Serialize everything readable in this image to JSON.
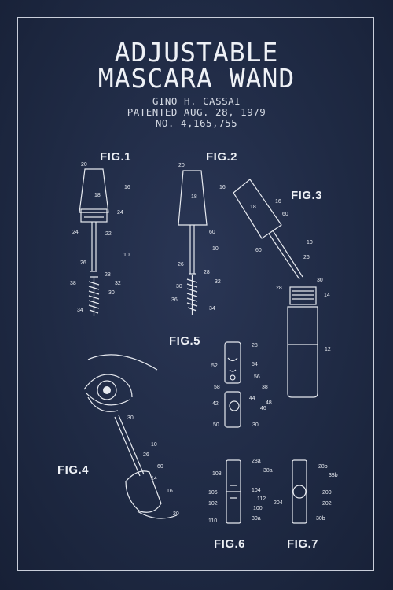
{
  "title_line1": "ADJUSTABLE",
  "title_line2": "MASCARA WAND",
  "inventor": "GINO H. CASSAI",
  "patent_date": "PATENTED AUG. 28, 1979",
  "patent_number": "NO. 4,165,755",
  "figures": {
    "fig1": "FIG.1",
    "fig2": "FIG.2",
    "fig3": "FIG.3",
    "fig4": "FIG.4",
    "fig5": "FIG.5",
    "fig6": "FIG.6",
    "fig7": "FIG.7"
  },
  "ref_numbers": {
    "n10": "10",
    "n12": "12",
    "n14": "14",
    "n16": "16",
    "n18": "18",
    "n20": "20",
    "n22": "22",
    "n24": "24",
    "n26": "26",
    "n28": "28",
    "n30": "30",
    "n32": "32",
    "n34": "34",
    "n36": "36",
    "n38": "38",
    "n42": "42",
    "n44": "44",
    "n46": "46",
    "n48": "48",
    "n50": "50",
    "n52": "52",
    "n54": "54",
    "n56": "56",
    "n58": "58",
    "n60": "60",
    "n100": "100",
    "n102": "102",
    "n104": "104",
    "n106": "106",
    "n108": "108",
    "n110": "110",
    "n112": "112",
    "n200": "200",
    "n202": "202",
    "n204": "204",
    "n28a": "28a",
    "n38a": "38a",
    "n30a": "30a",
    "n28b": "28b",
    "n38b": "38b",
    "n30b": "30b"
  }
}
